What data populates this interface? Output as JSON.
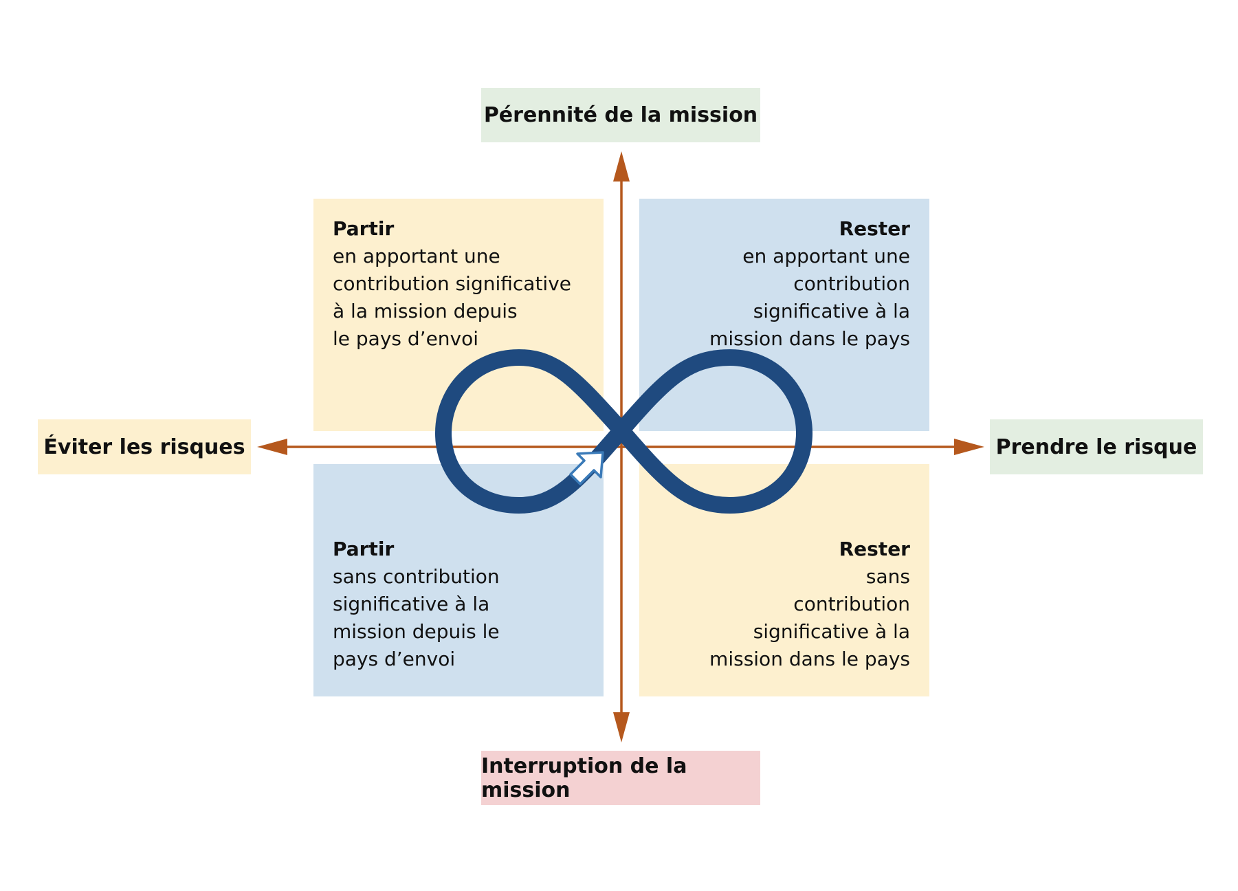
{
  "colors": {
    "yellow": "#fdf0cf",
    "blue": "#cfe0ee",
    "green": "#e3eee1",
    "pink": "#f4d1d2",
    "axis": "#b5581d",
    "infinity": "#1f4a7f",
    "pointer_fill": "#ffffff",
    "pointer_stroke": "#3a7ab8"
  },
  "labels": {
    "top": "Pérennité de la mission",
    "bottom": "Interruption de la mission",
    "left": "Éviter les risques",
    "right": "Prendre le risque"
  },
  "quadrants": {
    "top_left": {
      "title": "Partir",
      "text": "en apportant une\ncontribution significative\nà la mission depuis\nle pays d’envoi"
    },
    "top_right": {
      "title": "Rester",
      "text": "en apportant une\ncontribution\nsignificative à la\nmission dans le pays"
    },
    "bottom_left": {
      "title": "Partir",
      "text": "sans contribution\nsignificative à la\nmission depuis le\npays d’envoi"
    },
    "bottom_right": {
      "title": "Rester",
      "text": "sans\ncontribution\nsignificative à la\nmission dans le pays"
    }
  },
  "icons": {
    "loop": "infinity-icon",
    "pointer": "arrow-pointer-icon"
  }
}
